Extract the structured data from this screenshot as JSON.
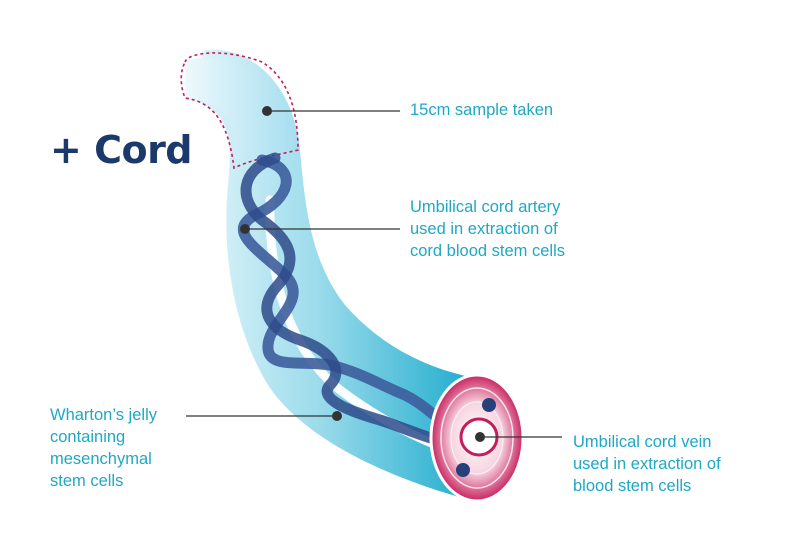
{
  "title": "+ Cord",
  "annotations": {
    "sample": {
      "lines": [
        "15cm sample taken"
      ]
    },
    "artery": {
      "lines": [
        "Umbilical cord artery",
        "used in extraction of",
        "cord blood stem cells"
      ]
    },
    "jelly": {
      "lines": [
        "Wharton’s jelly",
        "containing",
        "mesenchymal",
        "stem cells"
      ]
    },
    "vein": {
      "lines": [
        "Umbilical cord vein",
        "used in extraction of",
        "blood stem cells"
      ]
    }
  },
  "colors": {
    "title": "#1b3a6b",
    "label": "#1ea8c4",
    "cord_light": "#d4f0f7",
    "cord_mid": "#8dd6ea",
    "cord_dark": "#1ab0cf",
    "artery": "#3d5d9c",
    "vein_ring": "#c41c5c",
    "sample_outline": "#c41c5c",
    "leader": "#333333"
  }
}
